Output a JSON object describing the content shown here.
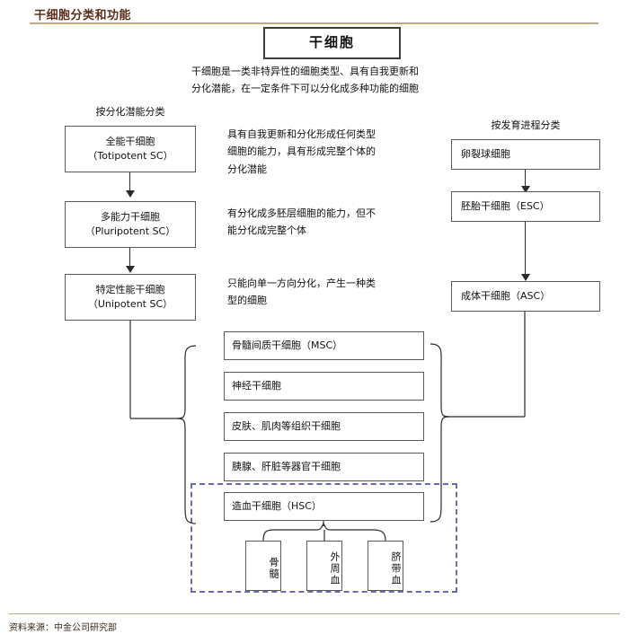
{
  "header": {
    "title": "干细胞分类和功能"
  },
  "footer": {
    "source": "资料来源：中金公司研究部"
  },
  "root": {
    "label": "干细胞",
    "description": "干细胞是一类非特异性的细胞类型、具有自我更新和\n分化潜能，在一定条件下可以分化成多种功能的细胞"
  },
  "left_column": {
    "caption": "按分化潜能分类",
    "nodes": [
      {
        "zh": "全能干细胞",
        "en": "（Totipotent SC）"
      },
      {
        "zh": "多能力干细胞",
        "en": "（Pluripotent SC）"
      },
      {
        "zh": "特定性能干细胞",
        "en": "（Unipotent SC）"
      }
    ]
  },
  "descriptions": [
    "具有自我更新和分化形成任何类型\n细胞的能力，具有形成完整个体的\n分化潜能",
    "有分化成多胚层细胞的能力，但不\n能分化成完整个体",
    "只能向单一方向分化，产生一种类\n型的细胞"
  ],
  "cell_types": [
    "骨髓间质干细胞（MSC）",
    "神经干细胞",
    "皮肤、肌肉等组织干细胞",
    "胰腺、肝脏等器官干细胞"
  ],
  "hsc": {
    "label": "造血干细胞（HSC）",
    "sources": [
      "骨髓",
      "外周血",
      "脐带血"
    ]
  },
  "right_column": {
    "caption": "按发育进程分类",
    "nodes": [
      {
        "zh": "卵裂球细胞",
        "en": ""
      },
      {
        "zh": "胚胎干细胞（ESC）",
        "en": ""
      },
      {
        "zh": "成体干细胞（ASC）",
        "en": ""
      }
    ]
  },
  "colors": {
    "rule": "#c8a882",
    "title": "#5a2d18",
    "box_border": "#5a5a5a",
    "dashed_group": "#6b6bb0"
  }
}
